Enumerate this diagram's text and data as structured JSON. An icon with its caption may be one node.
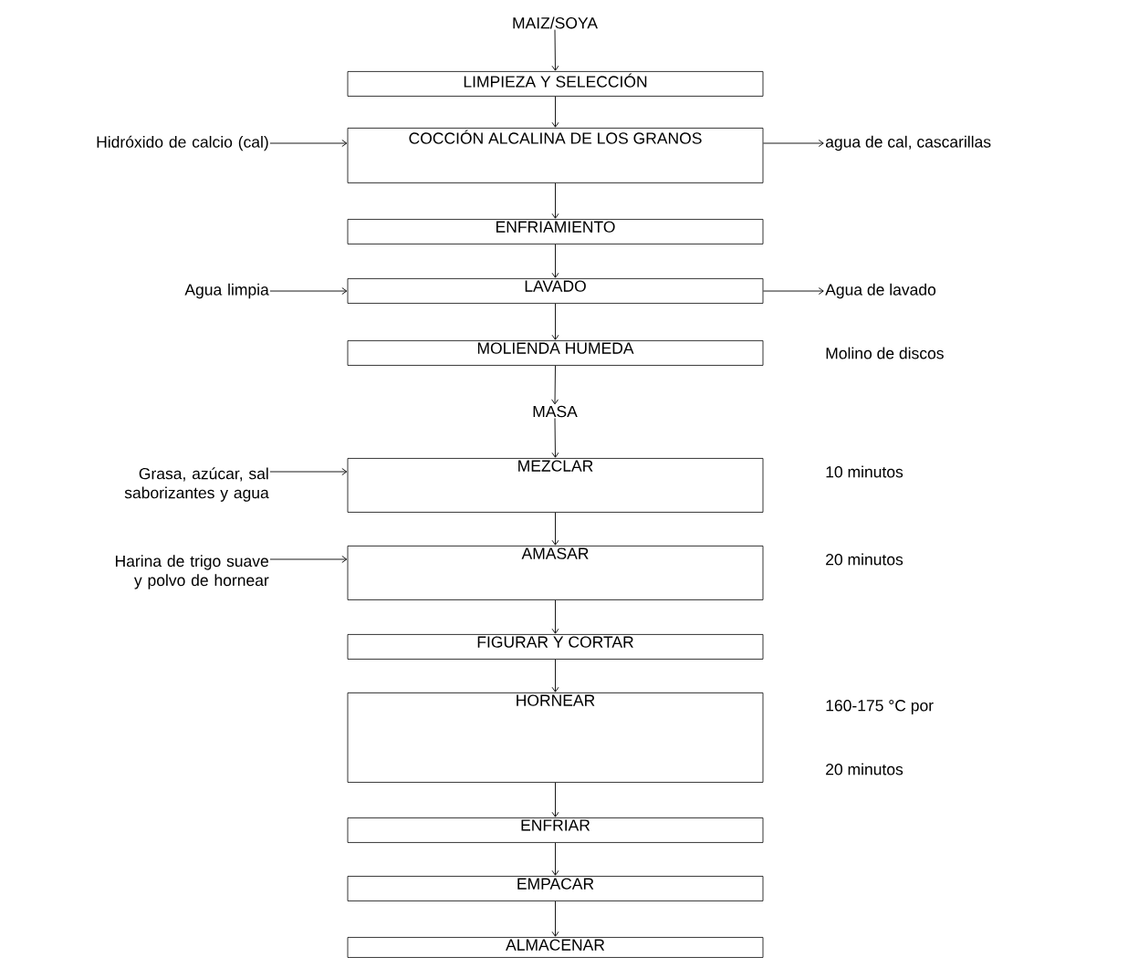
{
  "diagram": {
    "nodes": [
      {
        "text": [
          "MAIZ/SOYA"
        ]
      },
      {
        "text": [
          "LIMPIEZA Y SELECCIÓN"
        ]
      },
      {
        "text": [
          "Hidróxido de calcio (cal)"
        ]
      },
      {
        "text": [
          "COCCIÓN ALCALINA DE LOS GRANOS"
        ]
      },
      {
        "text": [
          "agua de cal, cascarillas"
        ]
      },
      {
        "text": [
          "ENFRIAMIENTO"
        ]
      },
      {
        "text": [
          "Agua limpia"
        ]
      },
      {
        "text": [
          "LAVADO"
        ]
      },
      {
        "text": [
          "Agua de lavado"
        ]
      },
      {
        "text": [
          "MOLIENDA HUMEDA"
        ],
        "beside": [
          "Molino de discos"
        ]
      },
      {
        "text": [
          "MASA"
        ]
      },
      {
        "text": [
          "Grasa, azúcar, sal saborizantes y agua"
        ]
      },
      {
        "text": [
          "MEZCLAR"
        ],
        "beside": [
          "10 minutos"
        ]
      },
      {
        "text": [
          "Harina de trigo suave y polvo de hornear"
        ]
      },
      {
        "text": [
          "AMASAR"
        ],
        "beside": [
          "20 minutos"
        ]
      },
      {
        "text": [
          "FIGURAR Y CORTAR"
        ]
      },
      {
        "text": [
          "HORNEAR"
        ],
        "beside": [
          "160-175 °C por",
          "20 minutos"
        ]
      },
      {
        "text": [
          "ENFRIAR"
        ]
      },
      {
        "text": [
          "EMPACAR"
        ]
      },
      {
        "text": [
          "ALMACENAR"
        ]
      }
    ],
    "edges": [
      {
        "from": 0,
        "to": 1,
        "arrow": "to"
      },
      {
        "from": 1,
        "to": 3,
        "arrow": "to"
      },
      {
        "from": 2,
        "to": 3,
        "arrow": "to"
      },
      {
        "from": 3,
        "to": 4,
        "arrow": "to"
      },
      {
        "from": 3,
        "to": 5,
        "arrow": "to"
      },
      {
        "from": 5,
        "to": 7,
        "arrow": "to"
      },
      {
        "from": 6,
        "to": 7,
        "arrow": "to"
      },
      {
        "from": 7,
        "to": 8,
        "arrow": "to"
      },
      {
        "from": 7,
        "to": 9,
        "arrow": "to"
      },
      {
        "from": 9,
        "to": 10,
        "arrow": "to"
      },
      {
        "from": 10,
        "to": 12,
        "arrow": "to"
      },
      {
        "from": 11,
        "to": 12,
        "arrow": "to"
      },
      {
        "from": 12,
        "to": 14,
        "arrow": "to"
      },
      {
        "from": 13,
        "to": 14,
        "arrow": "to"
      },
      {
        "from": 14,
        "to": 15,
        "arrow": "to"
      },
      {
        "from": 15,
        "to": 16,
        "arrow": "to"
      },
      {
        "from": 16,
        "to": 17,
        "arrow": "to"
      },
      {
        "from": 17,
        "to": 18,
        "arrow": "to"
      },
      {
        "from": 18,
        "to": 19,
        "arrow": "to"
      }
    ]
  }
}
